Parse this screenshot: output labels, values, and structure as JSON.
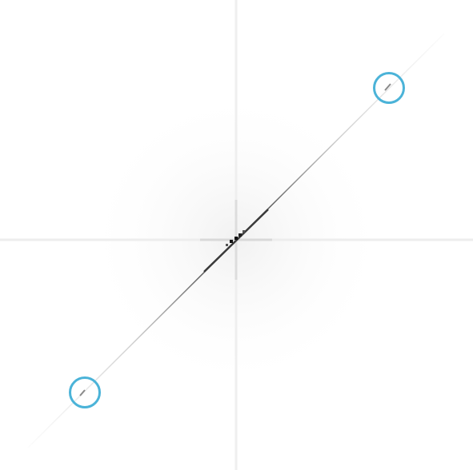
{
  "image": {
    "subject": "fourier-spectrum",
    "background_color": "#ffffff",
    "line_color": "#7a7a7a",
    "center_color": "#111111",
    "marker_color": "#4bb3d8"
  },
  "markers": [
    {
      "name": "peak-marker-upper-right"
    },
    {
      "name": "peak-marker-lower-left"
    }
  ]
}
